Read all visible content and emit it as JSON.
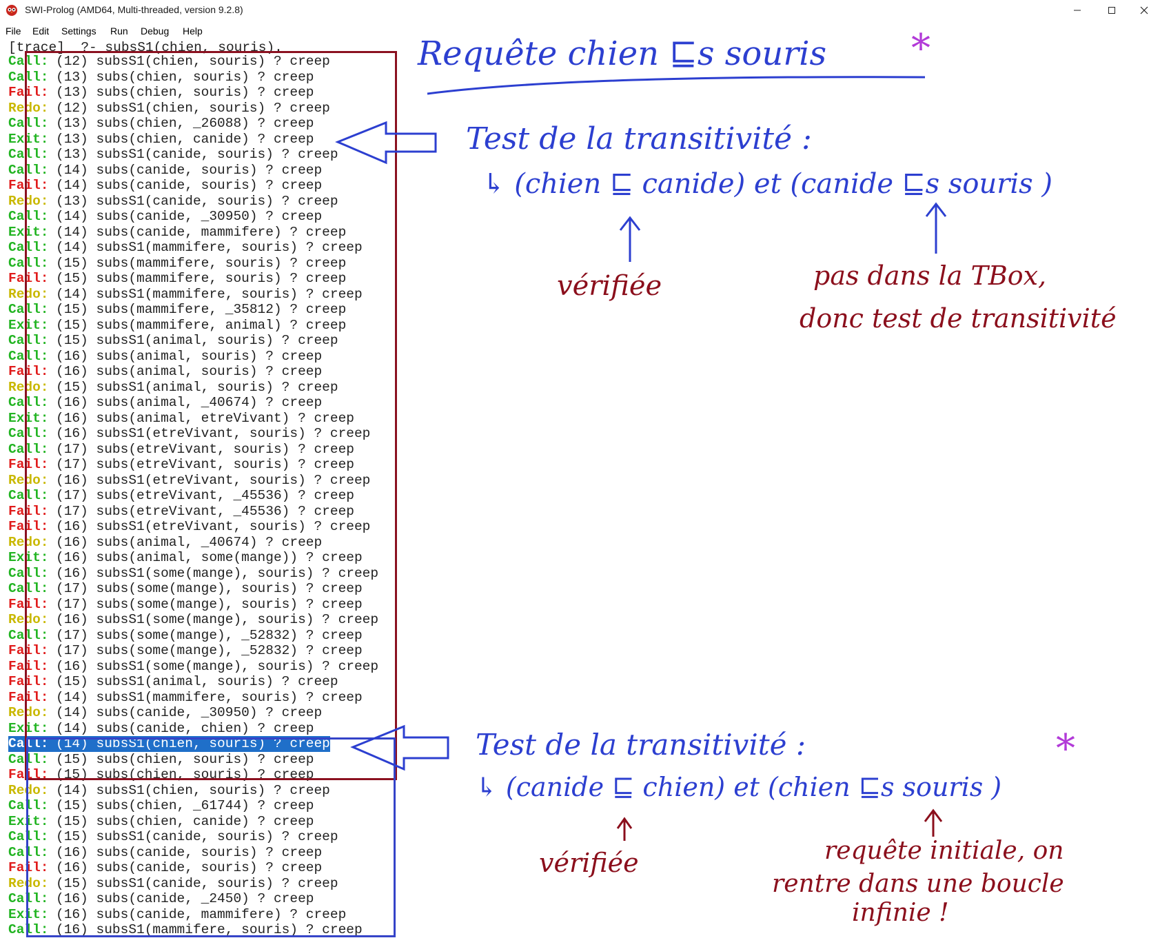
{
  "window": {
    "title": "SWI-Prolog (AMD64, Multi-threaded, version 9.2.8)",
    "buttons": [
      "minimize-icon",
      "maximize-icon",
      "close-icon"
    ]
  },
  "menu": [
    "File",
    "Edit",
    "Settings",
    "Run",
    "Debug",
    "Help"
  ],
  "console": {
    "header": "[trace]  ?- subsS1(chien, souris).",
    "suffix": " ? creep",
    "colors": {
      "Call": "#22b422",
      "Exit": "#22b422",
      "Fail": "#e01b1b",
      "Redo": "#c9b800"
    },
    "lines": [
      {
        "port": "Call:",
        "depth": "(12)",
        "goal": "subsS1(chien, souris)"
      },
      {
        "port": "Call:",
        "depth": "(13)",
        "goal": "subs(chien, souris)"
      },
      {
        "port": "Fail:",
        "depth": "(13)",
        "goal": "subs(chien, souris)"
      },
      {
        "port": "Redo:",
        "depth": "(12)",
        "goal": "subsS1(chien, souris)"
      },
      {
        "port": "Call:",
        "depth": "(13)",
        "goal": "subs(chien, _26088)"
      },
      {
        "port": "Exit:",
        "depth": "(13)",
        "goal": "subs(chien, canide)"
      },
      {
        "port": "Call:",
        "depth": "(13)",
        "goal": "subsS1(canide, souris)"
      },
      {
        "port": "Call:",
        "depth": "(14)",
        "goal": "subs(canide, souris)"
      },
      {
        "port": "Fail:",
        "depth": "(14)",
        "goal": "subs(canide, souris)"
      },
      {
        "port": "Redo:",
        "depth": "(13)",
        "goal": "subsS1(canide, souris)"
      },
      {
        "port": "Call:",
        "depth": "(14)",
        "goal": "subs(canide, _30950)"
      },
      {
        "port": "Exit:",
        "depth": "(14)",
        "goal": "subs(canide, mammifere)"
      },
      {
        "port": "Call:",
        "depth": "(14)",
        "goal": "subsS1(mammifere, souris)"
      },
      {
        "port": "Call:",
        "depth": "(15)",
        "goal": "subs(mammifere, souris)"
      },
      {
        "port": "Fail:",
        "depth": "(15)",
        "goal": "subs(mammifere, souris)"
      },
      {
        "port": "Redo:",
        "depth": "(14)",
        "goal": "subsS1(mammifere, souris)"
      },
      {
        "port": "Call:",
        "depth": "(15)",
        "goal": "subs(mammifere, _35812)"
      },
      {
        "port": "Exit:",
        "depth": "(15)",
        "goal": "subs(mammifere, animal)"
      },
      {
        "port": "Call:",
        "depth": "(15)",
        "goal": "subsS1(animal, souris)"
      },
      {
        "port": "Call:",
        "depth": "(16)",
        "goal": "subs(animal, souris)"
      },
      {
        "port": "Fail:",
        "depth": "(16)",
        "goal": "subs(animal, souris)"
      },
      {
        "port": "Redo:",
        "depth": "(15)",
        "goal": "subsS1(animal, souris)"
      },
      {
        "port": "Call:",
        "depth": "(16)",
        "goal": "subs(animal, _40674)"
      },
      {
        "port": "Exit:",
        "depth": "(16)",
        "goal": "subs(animal, etreVivant)"
      },
      {
        "port": "Call:",
        "depth": "(16)",
        "goal": "subsS1(etreVivant, souris)"
      },
      {
        "port": "Call:",
        "depth": "(17)",
        "goal": "subs(etreVivant, souris)"
      },
      {
        "port": "Fail:",
        "depth": "(17)",
        "goal": "subs(etreVivant, souris)"
      },
      {
        "port": "Redo:",
        "depth": "(16)",
        "goal": "subsS1(etreVivant, souris)"
      },
      {
        "port": "Call:",
        "depth": "(17)",
        "goal": "subs(etreVivant, _45536)"
      },
      {
        "port": "Fail:",
        "depth": "(17)",
        "goal": "subs(etreVivant, _45536)"
      },
      {
        "port": "Fail:",
        "depth": "(16)",
        "goal": "subsS1(etreVivant, souris)"
      },
      {
        "port": "Redo:",
        "depth": "(16)",
        "goal": "subs(animal, _40674)"
      },
      {
        "port": "Exit:",
        "depth": "(16)",
        "goal": "subs(animal, some(mange))"
      },
      {
        "port": "Call:",
        "depth": "(16)",
        "goal": "subsS1(some(mange), souris)"
      },
      {
        "port": "Call:",
        "depth": "(17)",
        "goal": "subs(some(mange), souris)"
      },
      {
        "port": "Fail:",
        "depth": "(17)",
        "goal": "subs(some(mange), souris)"
      },
      {
        "port": "Redo:",
        "depth": "(16)",
        "goal": "subsS1(some(mange), souris)"
      },
      {
        "port": "Call:",
        "depth": "(17)",
        "goal": "subs(some(mange), _52832)"
      },
      {
        "port": "Fail:",
        "depth": "(17)",
        "goal": "subs(some(mange), _52832)"
      },
      {
        "port": "Fail:",
        "depth": "(16)",
        "goal": "subsS1(some(mange), souris)"
      },
      {
        "port": "Fail:",
        "depth": "(15)",
        "goal": "subsS1(animal, souris)"
      },
      {
        "port": "Fail:",
        "depth": "(14)",
        "goal": "subsS1(mammifere, souris)"
      },
      {
        "port": "Redo:",
        "depth": "(14)",
        "goal": "subs(canide, _30950)"
      },
      {
        "port": "Exit:",
        "depth": "(14)",
        "goal": "subs(canide, chien)"
      },
      {
        "port": "Call:",
        "depth": "(14)",
        "goal": "subsS1(chien, souris)",
        "highlight": true
      },
      {
        "port": "Call:",
        "depth": "(15)",
        "goal": "subs(chien, souris)"
      },
      {
        "port": "Fail:",
        "depth": "(15)",
        "goal": "subs(chien, souris)"
      },
      {
        "port": "Redo:",
        "depth": "(14)",
        "goal": "subsS1(chien, souris)"
      },
      {
        "port": "Call:",
        "depth": "(15)",
        "goal": "subs(chien, _61744)"
      },
      {
        "port": "Exit:",
        "depth": "(15)",
        "goal": "subs(chien, canide)"
      },
      {
        "port": "Call:",
        "depth": "(15)",
        "goal": "subsS1(canide, souris)"
      },
      {
        "port": "Call:",
        "depth": "(16)",
        "goal": "subs(canide, souris)"
      },
      {
        "port": "Fail:",
        "depth": "(16)",
        "goal": "subs(canide, souris)"
      },
      {
        "port": "Redo:",
        "depth": "(15)",
        "goal": "subsS1(canide, souris)"
      },
      {
        "port": "Call:",
        "depth": "(16)",
        "goal": "subs(canide, _2450)"
      },
      {
        "port": "Exit:",
        "depth": "(16)",
        "goal": "subs(canide, mammifere)"
      },
      {
        "port": "Call:",
        "depth": "(16)",
        "goal": "subsS1(mammifere, souris)"
      }
    ]
  },
  "annotations": {
    "title": "Requête chien ⊑s souris",
    "title_star": "*",
    "first_heading": "Test de la transitivité :",
    "first_formula": "↳ (chien ⊑ canide) et (canide ⊑s souris )",
    "first_verified": "vérifiée",
    "first_note_1": "pas dans la TBox,",
    "first_note_2": "donc test de transitivité",
    "second_heading": "Test de la transitivité :",
    "second_star": "*",
    "second_formula": "↳ (canide ⊑ chien) et (chien ⊑s souris )",
    "second_verified": "vérifiée",
    "second_note_1": "requête initiale, on",
    "second_note_2": "rentre dans une boucle",
    "second_note_3": "infinie !",
    "colors": {
      "blue": "#2c3fd0",
      "red": "#8b0f1c",
      "purple": "#b23ad8"
    }
  }
}
